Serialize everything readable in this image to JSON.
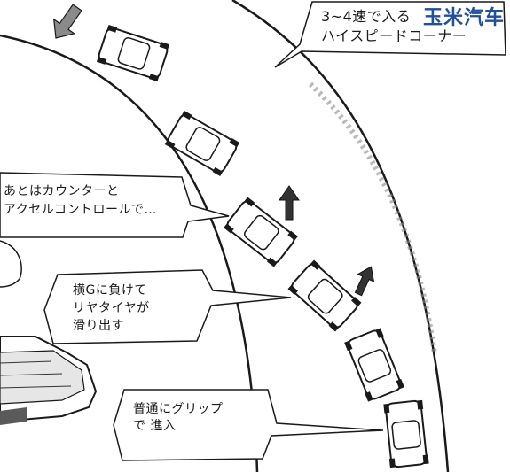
{
  "watermark": "玉米汽车",
  "bubbles": {
    "top": [
      "3~4速で入る",
      "ハイスピードコーナー"
    ],
    "left": [
      "あとはカウンターと",
      "アクセルコントロールで…"
    ],
    "mid": [
      "横Gに負けて",
      "リヤタイヤが",
      "滑り出す"
    ],
    "bottom": [
      "普通にグリップ",
      "で 進入"
    ]
  },
  "colors": {
    "ink": "#1a1a1a",
    "watermark": "#1f4f9e",
    "shade": "#6b6b6b"
  },
  "icons": [
    "direction-arrow-icon",
    "car-icon"
  ]
}
